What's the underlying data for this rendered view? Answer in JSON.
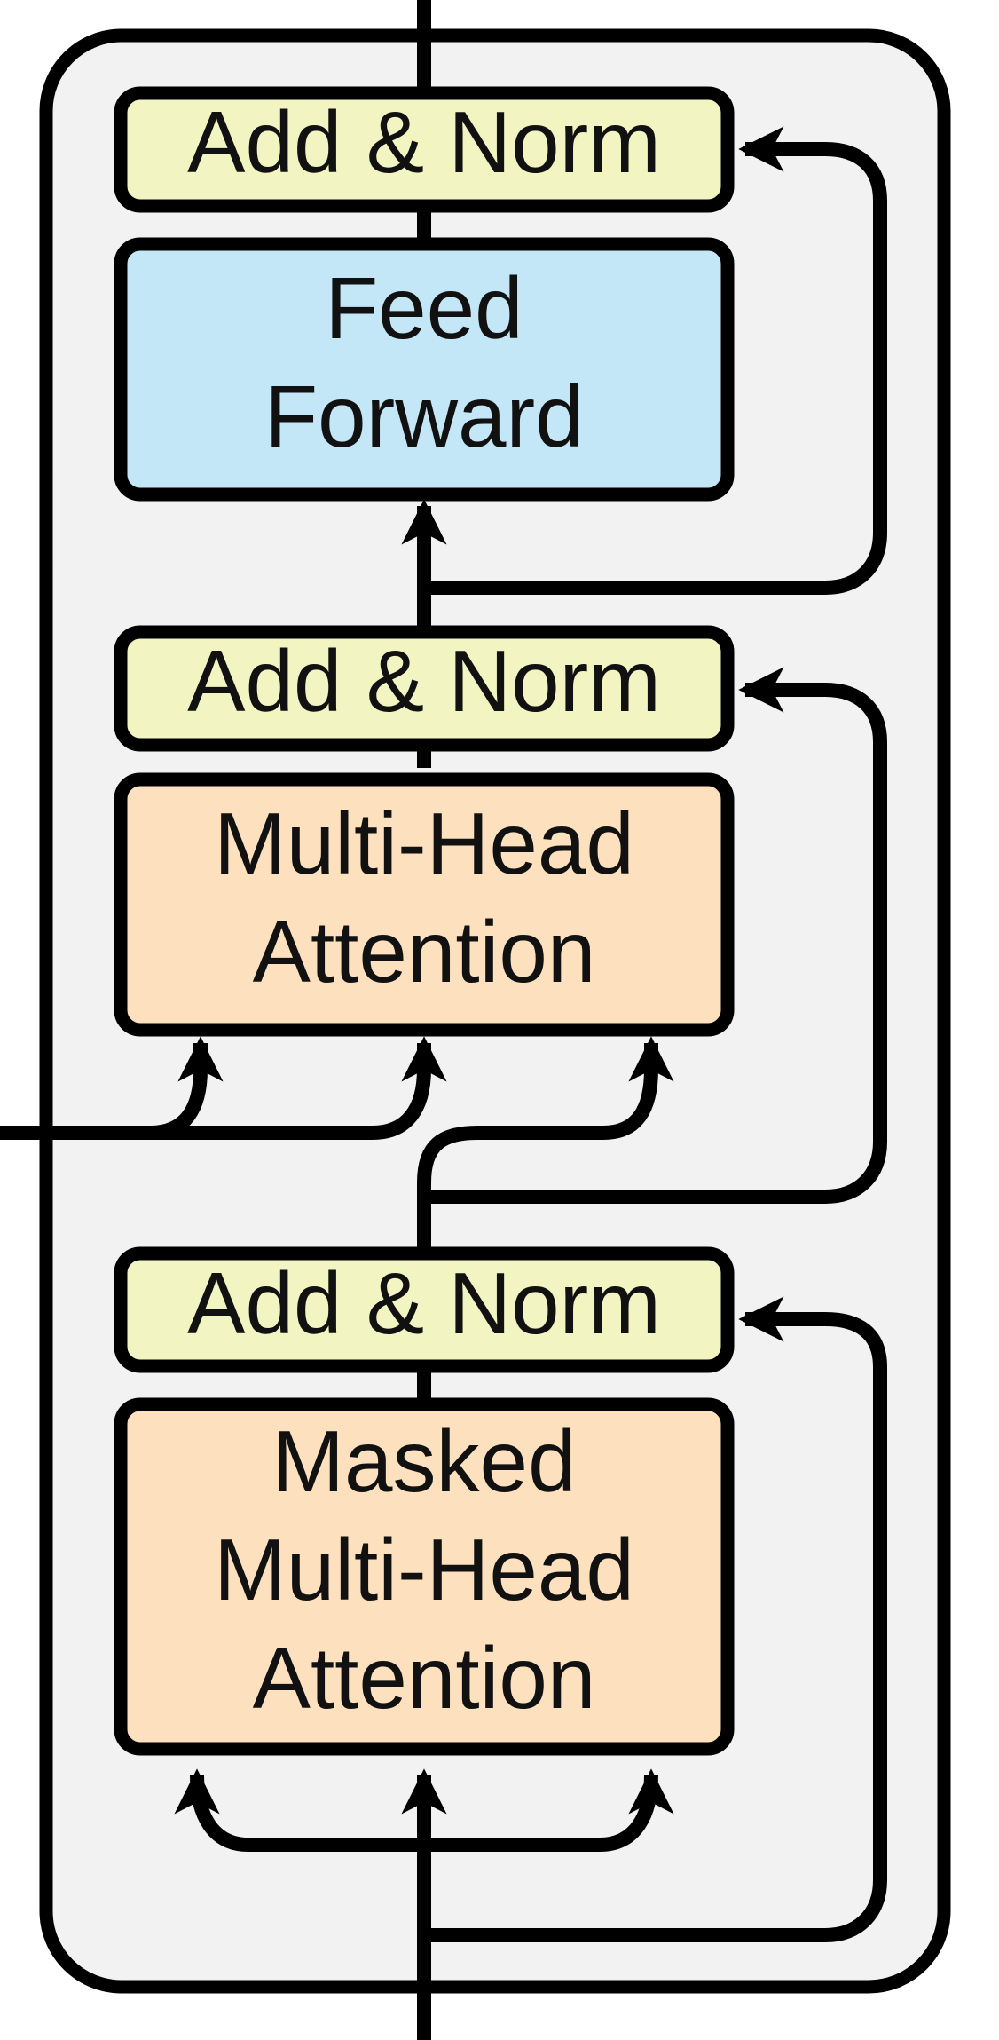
{
  "colors": {
    "container_fill": "#f2f2f2",
    "add_norm_fill": "#f2f5c2",
    "feed_forward_fill": "#c4e7f7",
    "attention_fill": "#fde0bd",
    "stroke": "#000000"
  },
  "blocks": {
    "add_norm_top": {
      "lines": [
        "Add & Norm"
      ]
    },
    "feed_forward": {
      "lines": [
        "Feed",
        "Forward"
      ]
    },
    "add_norm_middle": {
      "lines": [
        "Add & Norm"
      ]
    },
    "multi_head_attention": {
      "lines": [
        "Multi-Head",
        "Attention"
      ]
    },
    "add_norm_bottom": {
      "lines": [
        "Add & Norm"
      ]
    },
    "masked_multi_head_attention": {
      "lines": [
        "Masked",
        "Multi-Head",
        "Attention"
      ]
    }
  }
}
